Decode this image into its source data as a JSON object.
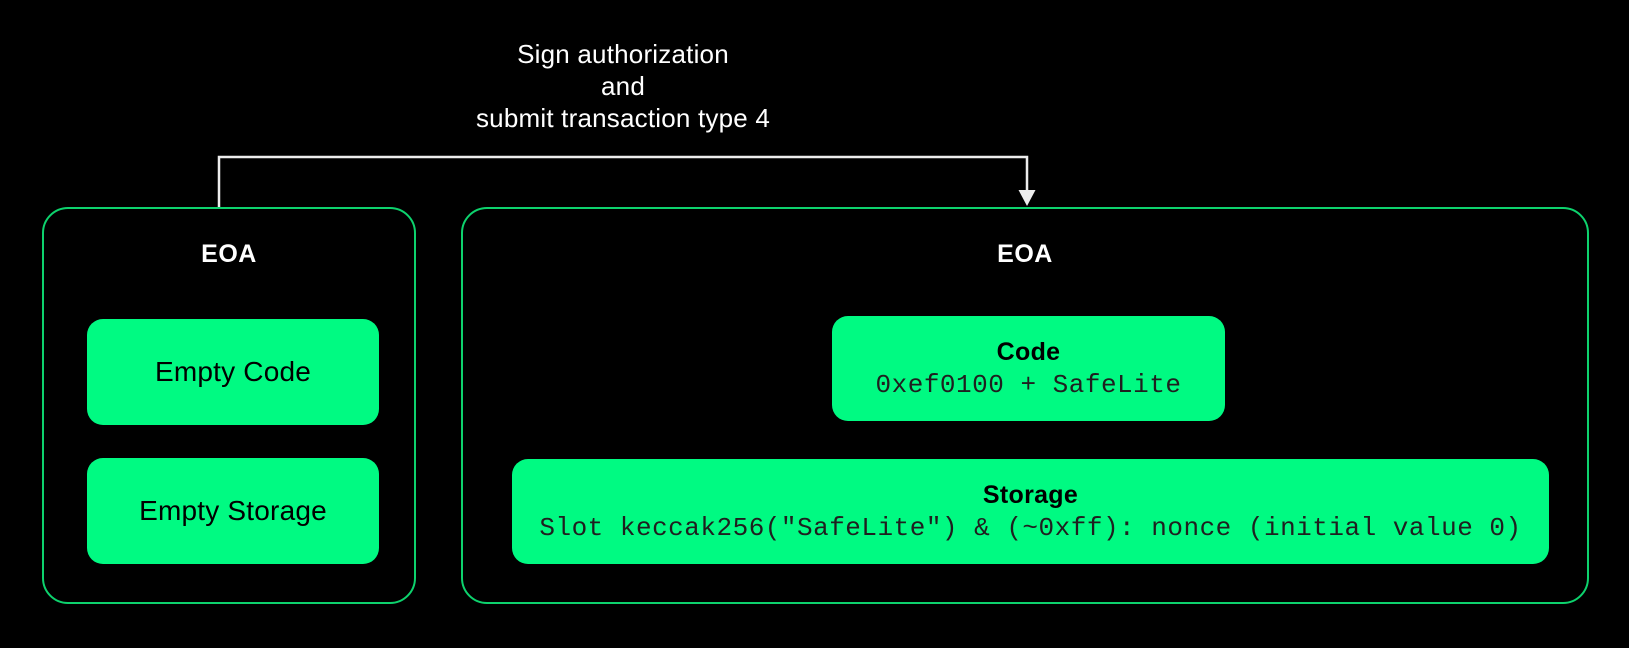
{
  "annotation": {
    "line1": "Sign authorization",
    "line2": "and",
    "line3": "submit transaction type 4"
  },
  "left_panel": {
    "title": "EOA",
    "boxes": [
      {
        "label": "Empty Code"
      },
      {
        "label": "Empty Storage"
      }
    ]
  },
  "right_panel": {
    "title": "EOA",
    "boxes": [
      {
        "title": "Code",
        "subtitle": "0xef0100 + SafeLite"
      },
      {
        "title": "Storage",
        "subtitle": "Slot keccak256(\"SafeLite\") & (~0xff): nonce (initial value 0)"
      }
    ]
  },
  "colors": {
    "background": "#000000",
    "panel_border": "#0dd26d",
    "box_fill": "#00fa82",
    "title_text": "#ffffff",
    "box_text": "#000000",
    "mono_text": "#1f1f1f",
    "arrow": "#ededed"
  }
}
